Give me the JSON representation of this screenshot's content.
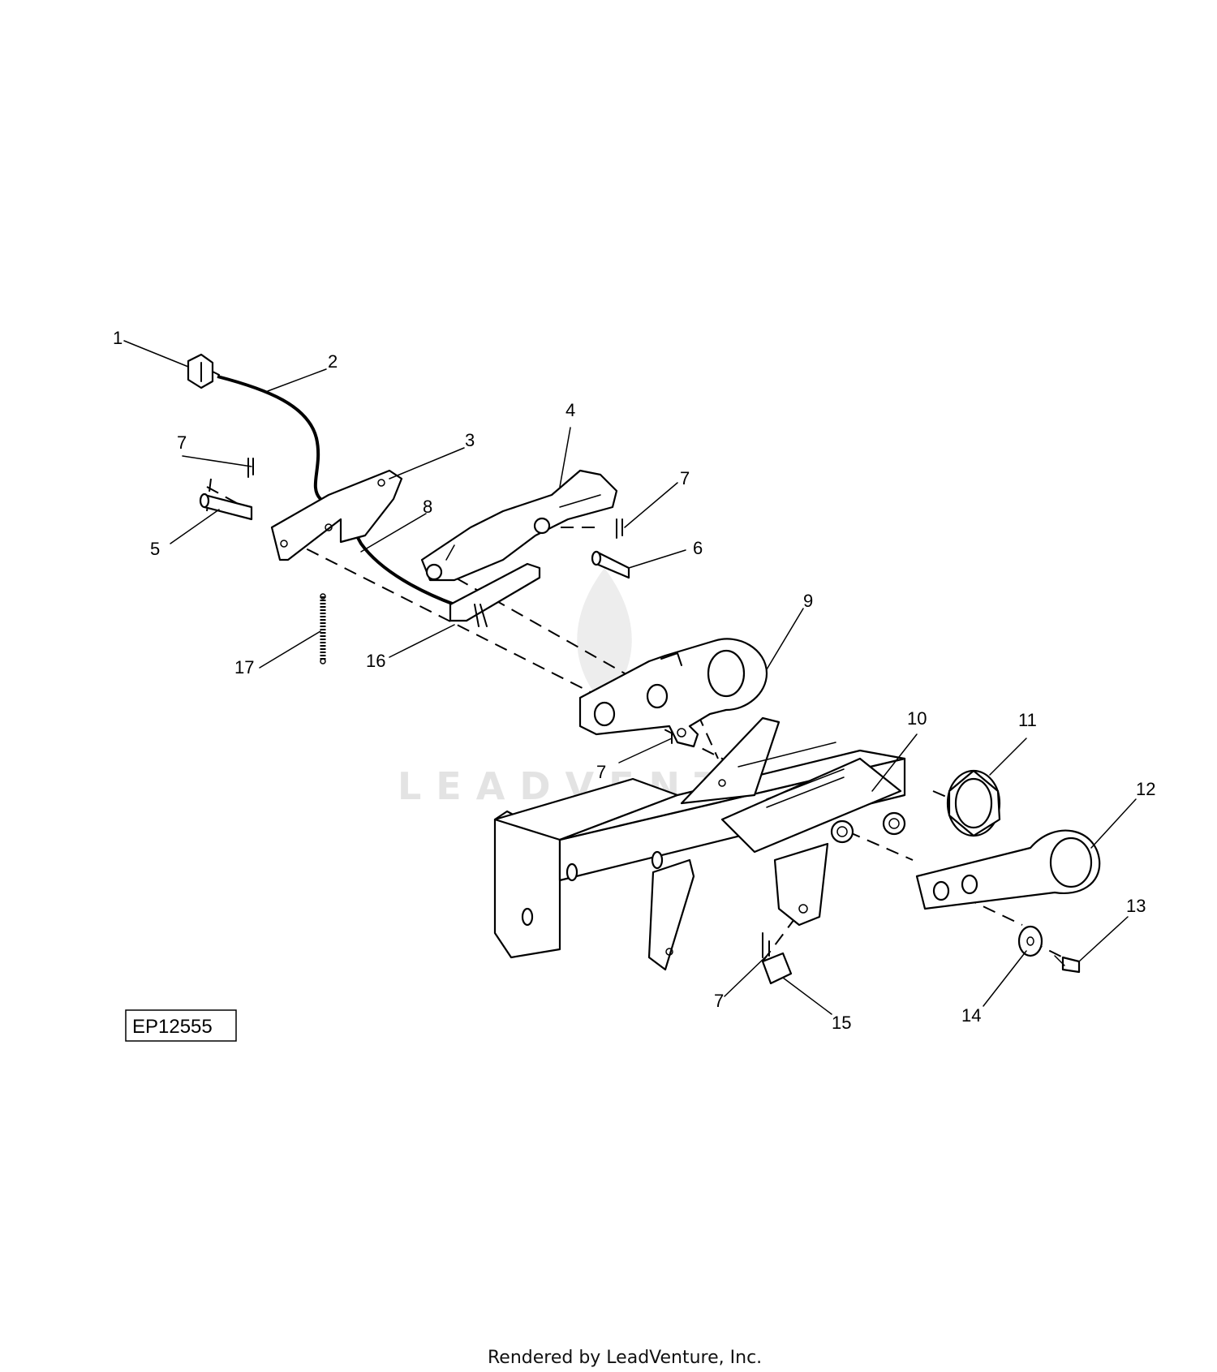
{
  "diagram": {
    "callouts": [
      "1",
      "2",
      "3",
      "4",
      "5",
      "6",
      "7",
      "8",
      "9",
      "10",
      "11",
      "12",
      "13",
      "14",
      "15",
      "16",
      "17"
    ],
    "figure_code": "EP12555",
    "watermark": "LEADVENTURE",
    "footer": "Rendered by LeadVenture, Inc."
  }
}
